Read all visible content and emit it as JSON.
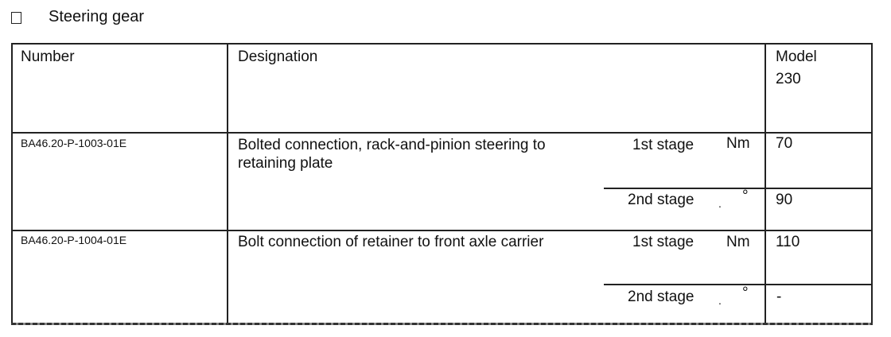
{
  "section": {
    "title": "Steering gear"
  },
  "table": {
    "headers": {
      "number": "Number",
      "designation": "Designation",
      "model_line1": "Model",
      "model_line2": "230"
    },
    "rows": [
      {
        "number": "BA46.20-P-1003-01E",
        "designation": "Bolted connection, rack-and-pinion steering to retaining plate",
        "stages": [
          {
            "stage": "1st stage",
            "unit": "Nm",
            "value": "70"
          },
          {
            "stage": "2nd stage",
            "unit": "°",
            "value": "90"
          }
        ]
      },
      {
        "number": "BA46.20-P-1004-01E",
        "designation": "Bolt connection of retainer to front axle carrier",
        "stages": [
          {
            "stage": "1st stage",
            "unit": "Nm",
            "value": "110"
          },
          {
            "stage": "2nd stage",
            "unit": "°",
            "value": "-"
          }
        ]
      }
    ]
  }
}
